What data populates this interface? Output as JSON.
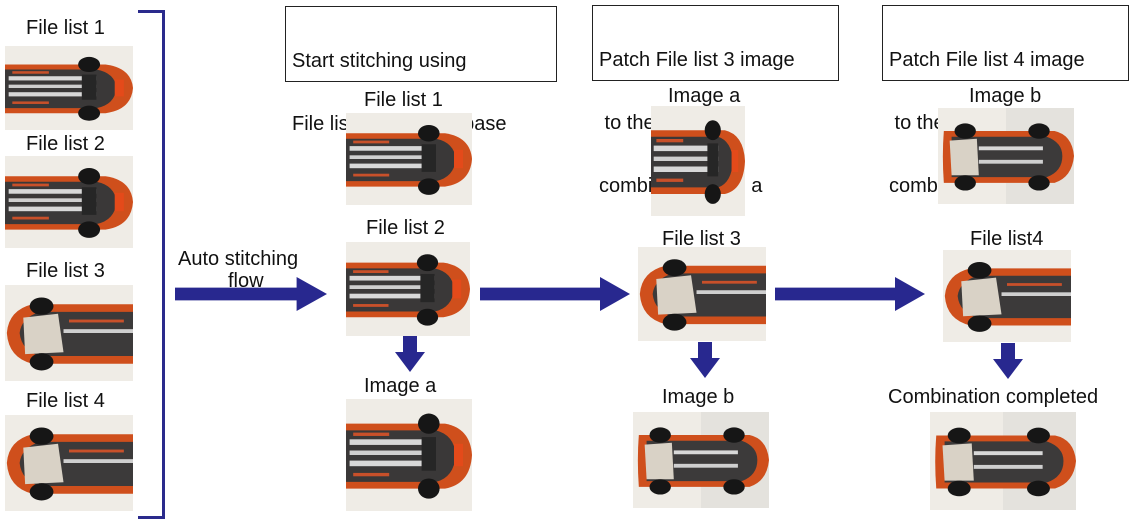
{
  "left_column": {
    "labels": [
      "File list 1",
      "File list 2",
      "File list 3",
      "File list 4"
    ]
  },
  "flow_label": [
    "Auto stitching",
    "flow"
  ],
  "step1": {
    "box_lines": [
      "Start stitching using",
      "File list 1 image as base"
    ],
    "top_label": "File list 1",
    "mid_label": "File list 2",
    "result_label": "Image a"
  },
  "step2": {
    "box_lines": [
      "Patch File list 3 image",
      " to the resulting",
      "combined image a"
    ],
    "top_label": "Image a",
    "mid_label": "File list 3",
    "result_label": "Image b"
  },
  "step3": {
    "box_lines": [
      "Patch File list 4 image",
      " to the resulting",
      "combined image b"
    ],
    "top_label": "Image b",
    "mid_label": "File list4",
    "result_label": "Combination completed"
  },
  "colors": {
    "arrow": "#28288f",
    "car": "#d2501e",
    "chassis": "#3c3a3a"
  }
}
